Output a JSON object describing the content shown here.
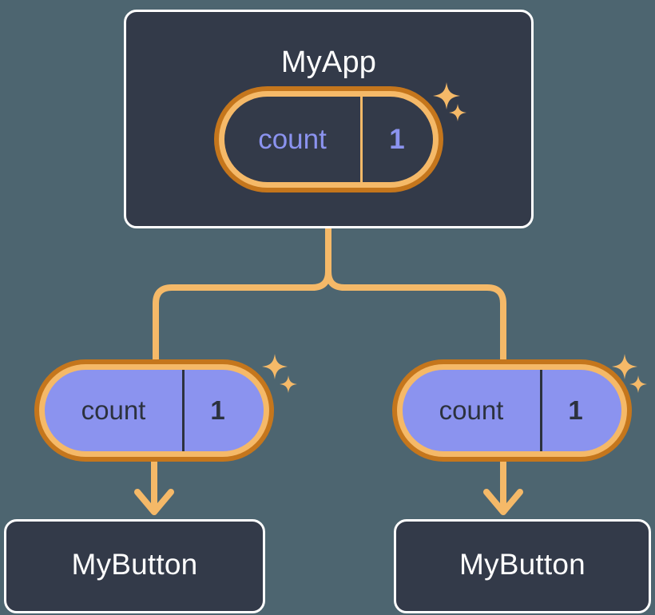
{
  "diagram": {
    "title": "React component tree with shared count state",
    "type": "tree",
    "background_color": "#4d6570"
  },
  "palette": {
    "background": "#4d6570",
    "box_fill": "#333a49",
    "box_border": "#ffffff",
    "box_text": "#ffffff",
    "ring_outer": "#c5761c",
    "ring_inner": "#f5b968",
    "connector": "#f5b968",
    "sparkle": "#f5b968",
    "state_value_text_dark": "#8b93ef",
    "state_pill_fill_purple": "#8b93ef",
    "state_text_on_purple": "#2c323e"
  },
  "nodes": {
    "root": {
      "label": "MyApp",
      "state": {
        "name": "count",
        "value": "1",
        "style": "dark-fill"
      },
      "sparkles": 2
    },
    "children": [
      {
        "state": {
          "name": "count",
          "value": "1",
          "style": "purple-fill"
        },
        "sparkles": 2,
        "leaf": {
          "label": "MyButton"
        }
      },
      {
        "state": {
          "name": "count",
          "value": "1",
          "style": "purple-fill"
        },
        "sparkles": 2,
        "leaf": {
          "label": "MyButton"
        }
      }
    ]
  },
  "icons": {
    "sparkle": "sparkle-four-point-star",
    "arrow": "arrow-down"
  }
}
